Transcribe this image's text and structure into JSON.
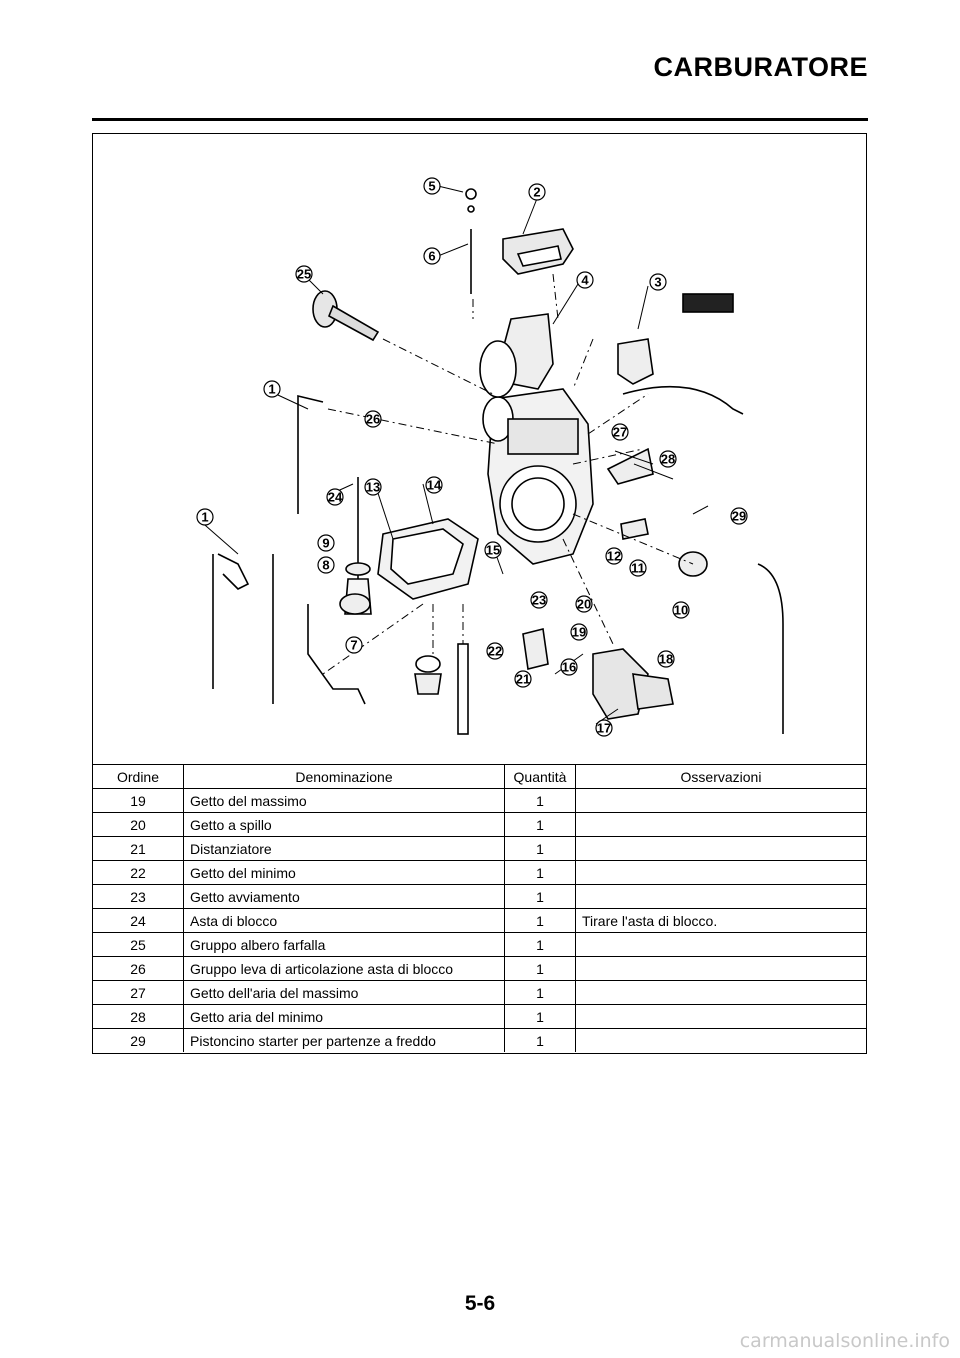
{
  "header": {
    "title": "CARBURATORE"
  },
  "diagram": {
    "callouts": [
      "1",
      "1",
      "2",
      "3",
      "4",
      "5",
      "6",
      "7",
      "8",
      "9",
      "10",
      "11",
      "12",
      "13",
      "14",
      "15",
      "16",
      "17",
      "18",
      "19",
      "20",
      "21",
      "22",
      "23",
      "24",
      "25",
      "26",
      "27",
      "28",
      "29"
    ]
  },
  "table": {
    "headers": [
      "Ordine",
      "Denominazione",
      "Quantità",
      "Osservazioni"
    ],
    "rows": [
      [
        "19",
        "Getto del massimo",
        "1",
        ""
      ],
      [
        "20",
        "Getto a spillo",
        "1",
        ""
      ],
      [
        "21",
        "Distanziatore",
        "1",
        ""
      ],
      [
        "22",
        "Getto del minimo",
        "1",
        ""
      ],
      [
        "23",
        "Getto avviamento",
        "1",
        ""
      ],
      [
        "24",
        "Asta di blocco",
        "1",
        "Tirare l'asta di blocco."
      ],
      [
        "25",
        "Gruppo albero farfalla",
        "1",
        ""
      ],
      [
        "26",
        "Gruppo leva di articolazione asta di blocco",
        "1",
        ""
      ],
      [
        "27",
        "Getto dell'aria del massimo",
        "1",
        ""
      ],
      [
        "28",
        "Getto aria del minimo",
        "1",
        ""
      ],
      [
        "29",
        "Pistoncino starter per partenze a freddo",
        "1",
        ""
      ]
    ]
  },
  "footer": {
    "page_number": "5-6",
    "watermark": "carmanualsonline.info"
  }
}
